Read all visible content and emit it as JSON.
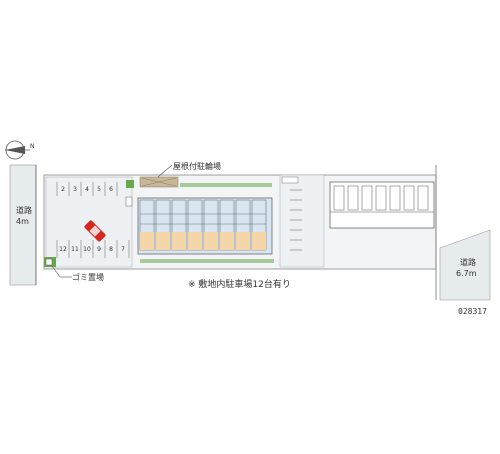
{
  "labels": {
    "road_left": "道路",
    "road_left_width": "4m",
    "road_right": "道路",
    "road_right_width": "6.7m",
    "bike_parking": "屋根付駐輪場",
    "garbage": "ゴミ置場",
    "note": "※ 敷地内駐車場12台有り",
    "compass": "N",
    "code": "028317"
  },
  "parking_top": [
    "2",
    "3",
    "4",
    "5",
    "6"
  ],
  "parking_bottom": [
    "12",
    "11",
    "10",
    "9",
    "8",
    "7"
  ],
  "colors": {
    "road": "#e6ebee",
    "site": "#f2f4f6",
    "building_fill": "#d9e6f2",
    "unit_highlight": "#f5d6a8",
    "vegetation": "#6aa84f",
    "car": "#d9261c",
    "bike_area": "#c8b89a"
  }
}
